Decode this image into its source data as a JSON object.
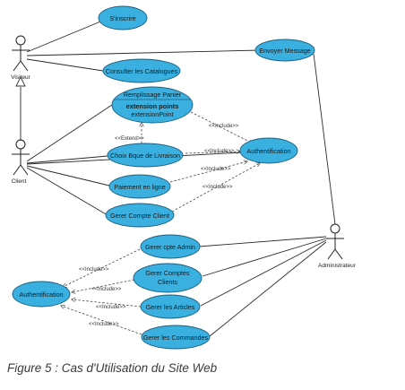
{
  "actors": {
    "visiteur": "Visiteur",
    "client": "Client",
    "administrateur": "Administrateur"
  },
  "use_cases": {
    "sinscrire": "S'inscrire",
    "consulter": "Consulter les Catalogues",
    "envoyer": "Envoyer Message",
    "remplissage_title": "Remplissage Panier",
    "remplissage_ext": "extension points",
    "remplissage_ext_point": "extensionPoint",
    "choix": "Choix Bque de Livraison",
    "authentification_1": "Authentification",
    "paiement": "Paiement en ligne",
    "gerer_compte_client": "Gerer Compte Client",
    "gerer_cpte_admin": "Gerer cpte Admin",
    "gerer_comptes_clients_1": "Gerer Comptes",
    "gerer_comptes_clients_2": "Clients",
    "gerer_articles": "Gerer les Articles",
    "gerer_commandes": "Gerer les Commandes",
    "authentification_2": "Authentification"
  },
  "relations": {
    "include": "<<Include>>",
    "extend": "<<Extend>>"
  },
  "caption": "Figure 5 : Cas d'Utilisation du Site Web",
  "colors": {
    "usecase_fill": "#3ab0e0",
    "usecase_stroke": "#1c5f80",
    "line": "#2a2a2a"
  }
}
